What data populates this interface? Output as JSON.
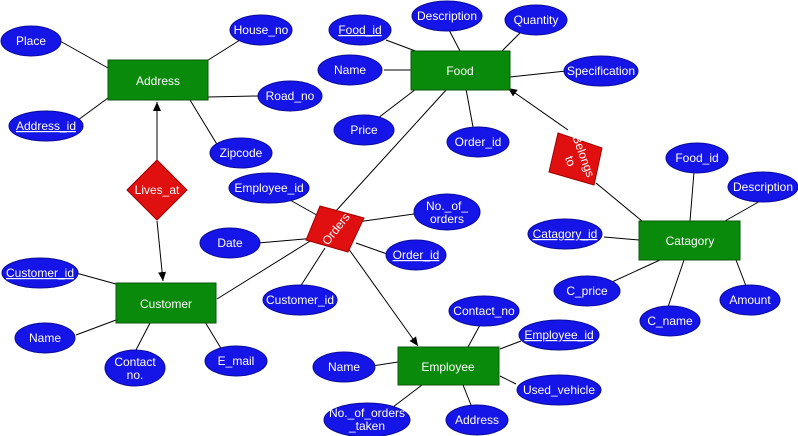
{
  "entities": {
    "address": "Address",
    "food": "Food",
    "customer": "Customer",
    "employee": "Employee",
    "catagory": "Catagory"
  },
  "relationships": {
    "lives_at": "Lives_at",
    "orders": "Orders",
    "belongs_to": [
      "Belongs",
      "to"
    ]
  },
  "attributes": {
    "place": "Place",
    "house_no": "House_no",
    "road_no": "Road_no",
    "zipcode": "Zipcode",
    "address_id": "Address_id",
    "food_id": "Food_id",
    "description": "Description",
    "quantity": "Quantity",
    "food_name": "Name",
    "specification": "Specification",
    "price": "Price",
    "order_id_food": "Order_id",
    "employee_id_orders": "Employee_id",
    "no_of_orders": [
      "No._of_",
      "orders"
    ],
    "date": "Date",
    "order_id_orders": "Order_id",
    "customer_id_orders": "Customer_id",
    "customer_id": "Customer_id",
    "customer_name": "Name",
    "contact_no_customer": [
      "Contact",
      "no."
    ],
    "e_mail": "E_mail",
    "contact_no_employee": "Contact_no",
    "employee_id": "Employee_id",
    "employee_name": "Name",
    "used_vehicle": "Used_vehicle",
    "no_of_orders_taken": [
      "No._of_orders",
      "_taken"
    ],
    "employee_address": "Address",
    "cat_food_id": "Food_id",
    "cat_description": "Description",
    "catagory_id": "Catagory_id",
    "c_price": "C_price",
    "c_name": "C_name",
    "amount": "Amount"
  }
}
